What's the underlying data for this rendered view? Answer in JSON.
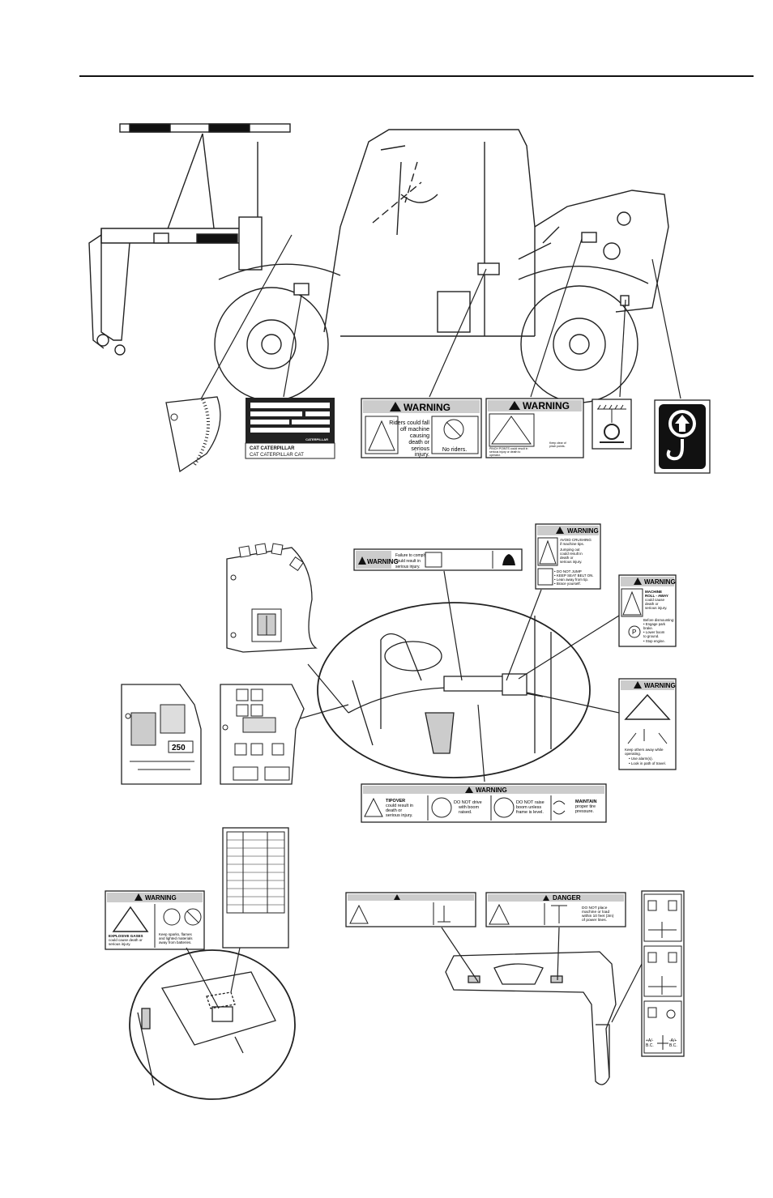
{
  "decals": {
    "rider_warning": {
      "header": "WARNING",
      "text": [
        "Riders could fall",
        "off machine",
        "causing",
        "death or",
        "serious",
        "injury."
      ],
      "no_riders": "No riders."
    },
    "pinch_warning": {
      "header": "WARNING",
      "text": [
        "PINCH POINTS could result in",
        "serious injury or death to",
        "operator."
      ],
      "keep_clear": [
        "Keep clear of",
        "pinch points."
      ]
    },
    "nameplate": {
      "brand_right": "CATERPILLAR",
      "brand_left": "CAT CATERPILLAR",
      "brand_left_2": "CAT CATERPILLAR CAT"
    },
    "comply_warning": {
      "header": "WARNING",
      "text": [
        "Failure to comply",
        "could result in",
        "serious injury."
      ]
    },
    "crushing_warning": {
      "header": "WARNING",
      "text": [
        "AVOID CRUSHING",
        "if machine tips.",
        "Jumping out",
        "could result in",
        "death or",
        "serious injury."
      ],
      "bullets": [
        "• DO NOT JUMP",
        "• KEEP SEAT BELT ON.",
        "• Lean away from tip.",
        "• Brace yourself."
      ]
    },
    "rollaway_warning": {
      "header": "WARNING",
      "text": [
        "MACHINE",
        "ROLL - AWAY",
        "could cause",
        "death or",
        "serious injury."
      ],
      "steps": [
        "Before dismounting:",
        "• Engage park",
        "  brake.",
        "• Lower boom",
        "  to ground.",
        "• Stop engine."
      ]
    },
    "others_warning": {
      "header": "WARNING",
      "text": [
        "Keep others away while",
        "operating.",
        "• Use alarm(s).",
        "• Look in path of travel."
      ]
    },
    "tipover_warning": {
      "header": "WARNING",
      "tipover": [
        "TIPOVER",
        "could result in",
        "death or",
        "serious injury."
      ],
      "no_drive": [
        "DO NOT drive",
        "with boom",
        "raised."
      ],
      "no_raise": [
        "DO NOT raise",
        "boom unless",
        "frame is level."
      ],
      "tire": [
        "MAINTAIN",
        "proper tire",
        "pressure."
      ]
    },
    "battery_warning": {
      "header": "WARNING",
      "left": [
        "EXPLOSIVE GASES",
        "could cause death or",
        "serious injury."
      ],
      "right": [
        "Keep sparks, flames",
        "and lighted materials",
        "away from batteries."
      ]
    },
    "danger_decal": {
      "header": "DANGER",
      "text": [
        "DO NOT place",
        "machine or load",
        "within 10 feet (3m)",
        "of power lines."
      ]
    },
    "load_chart": {
      "value": "250"
    },
    "joystick": {
      "labels": [
        "+A/-",
        "B.C.",
        "-A/+",
        "B.C."
      ]
    }
  }
}
